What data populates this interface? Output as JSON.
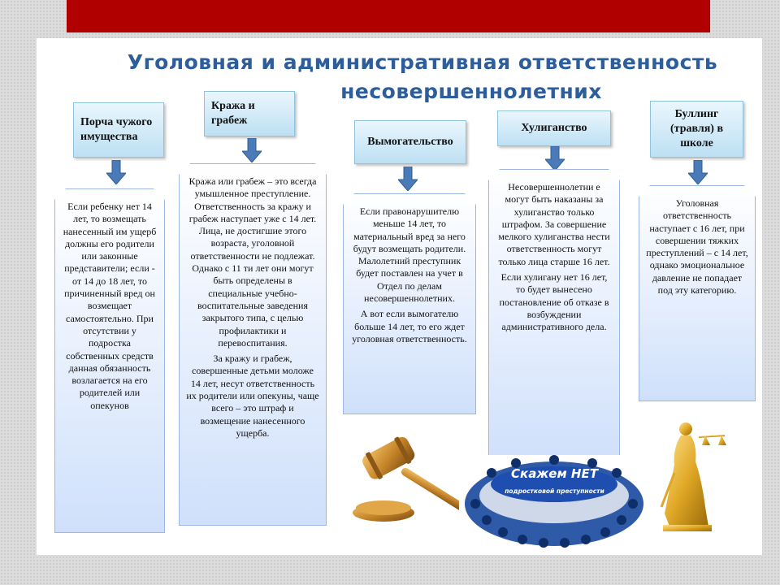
{
  "title": {
    "line1": "Уголовная и административная ответственность",
    "line2": "несовершеннолетних"
  },
  "columns": [
    {
      "heading": "Порча чужого\nимущества",
      "paragraphs": [
        "Если ребенку нет 14 лет, то возмещать нанесенный им ущерб должны его родители или законные представители; если - от 14 до 18 лет, то причиненный вред он возмещает самостоятельно. При отсутствии у подростка собственных средств данная обязанность возлагается на его родителей или опекунов"
      ]
    },
    {
      "heading": "Кража и\nграбеж",
      "paragraphs": [
        "Кража или грабеж – это всегда умышленное преступление. Ответственность за кражу и грабеж наступает уже с 14 лет. Лица, не достигшие этого возраста, уголовной ответственности не подлежат. Однако с 11 ти лет они могут быть определены в специальные учебно-воспитательные заведения закрытого типа, с целью профилактики и перевоспитания.",
        "За кражу и грабеж, совершенные детьми моложе 14 лет, несут ответственность их родители или опекуны, чаще всего – это штраф и возмещение нанесенного ущерба."
      ]
    },
    {
      "heading": "Вымогательство",
      "paragraphs": [
        "Если правонарушителю меньше 14 лет, то материальный вред за него будут возмещать родители. Малолетний преступник будет поставлен на учет в Отдел по делам несовершеннолетних.",
        "А вот если вымогателю больше 14 лет, то его ждет уголовная ответственность."
      ]
    },
    {
      "heading": "Хулиганство",
      "paragraphs": [
        "Несовершеннолетни е могут быть наказаны за хулиганство только штрафом. За совершение мелкого хулиганства нести ответственность могут только лица старше 16 лет.",
        "Если хулигану нет 16 лет, то будет вынесено постановление об отказе в возбуждении административного дела."
      ]
    },
    {
      "heading": "Буллинг\n(травля) в\nшколе",
      "paragraphs": [
        "Уголовная ответственность наступает с 16 лет, при совершении тяжких преступлений – с 14 лет, однако эмоциональное давление не попадает под эту категорию."
      ]
    }
  ],
  "emblem": {
    "line1": "Скажем НЕТ",
    "line2": "подростковой преступности"
  }
}
